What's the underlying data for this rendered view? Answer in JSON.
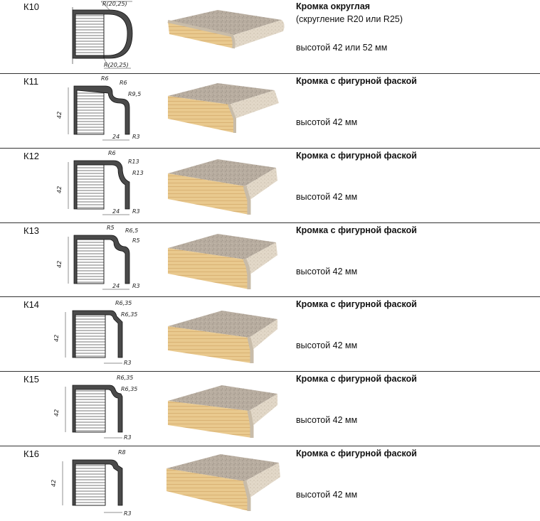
{
  "rows": [
    {
      "code": "К10",
      "title": "Кромка округлая",
      "subtitle": "(скругление R20 или R25)",
      "height": "высотой 42 или 52 мм",
      "dims": [
        "R(20,25)",
        "R(20,25)"
      ]
    },
    {
      "code": "К11",
      "title": "Кромка с фигурной фаской",
      "height": "высотой 42 мм",
      "dims": [
        "R6",
        "R6",
        "R9,5",
        "42",
        "24",
        "R3"
      ]
    },
    {
      "code": "К12",
      "title": "Кромка с фигурной фаской",
      "height": "высотой 42 мм",
      "dims": [
        "R6",
        "R13",
        "R13",
        "42",
        "24",
        "R3"
      ]
    },
    {
      "code": "К13",
      "title": "Кромка с фигурной фаской",
      "height": "высотой 42 мм",
      "dims": [
        "R5",
        "R6,5",
        "R5",
        "42",
        "24",
        "R3"
      ]
    },
    {
      "code": "К14",
      "title": "Кромка с фигурной фаской",
      "height": "высотой 42 мм",
      "dims": [
        "R6,35",
        "R6,35",
        "42",
        "R3"
      ]
    },
    {
      "code": "К15",
      "title": "Кромка с фигурной фаской",
      "height": "высотой 42 мм",
      "dims": [
        "R6,35",
        "R6,35",
        "42",
        "R3"
      ]
    },
    {
      "code": "К16",
      "title": "Кромка с фигурной фаской",
      "height": "высотой 42 мм",
      "dims": [
        "R8",
        "42",
        "R3"
      ]
    }
  ]
}
